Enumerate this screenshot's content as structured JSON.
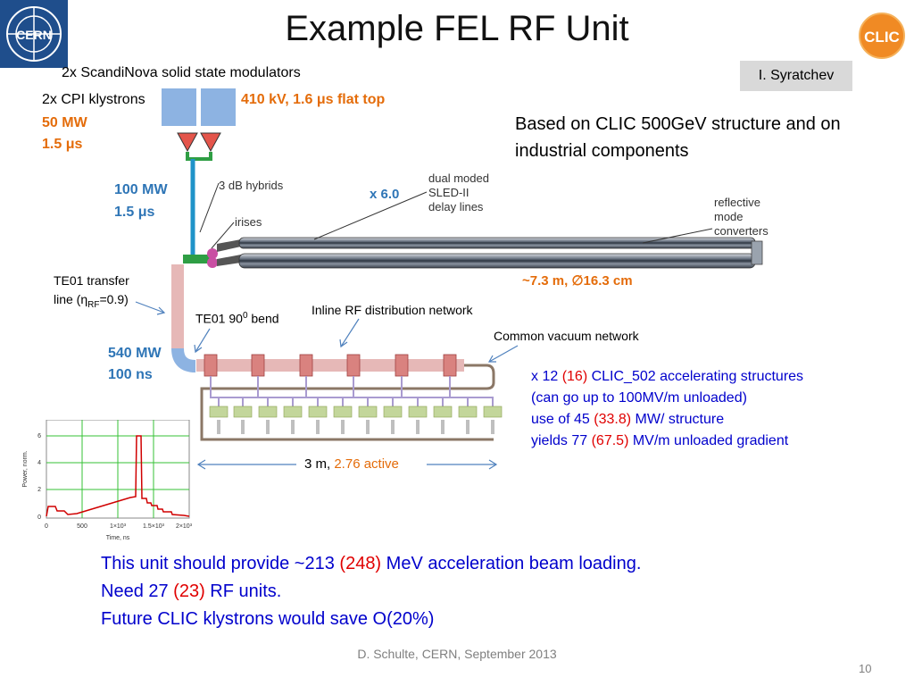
{
  "title": "Example FEL RF Unit",
  "author": "I. Syratchev",
  "logos": {
    "cern": "CERN",
    "clic": "CLIC"
  },
  "modulators": "2x ScandiNova solid state modulators",
  "klystrons": "2x CPI klystrons",
  "pulse_spec": "410 kV, 1.6 μs flat top",
  "klystron_power": "50 MW",
  "klystron_pulse": "1.5 μs",
  "combined_power": "100 MW",
  "combined_pulse": "1.5 μs",
  "hybrids": "3 dB hybrids",
  "irises": "irises",
  "sled": [
    "dual moded",
    "SLED-II",
    "delay lines"
  ],
  "multiplier": "x 6.0",
  "reflective": [
    "reflective",
    "mode",
    "converters"
  ],
  "based_on": [
    "Based on CLIC 500GeV structure and on",
    "industrial components"
  ],
  "sled_size": "~7.3 m, ∅16.3 cm",
  "transfer_line": [
    "TE01 transfer",
    "line (η",
    "RF",
    "=0.9)"
  ],
  "bend": [
    "TE01 90",
    "0",
    " bend"
  ],
  "inline_network": "Inline RF distribution network",
  "vacuum_network": "Common vacuum network",
  "compressed_power": "540 MW",
  "compressed_pulse": "100 ns",
  "structures": {
    "line1_a": "x 12 ",
    "line1_red": "(16)",
    "line1_b": " CLIC_502 accelerating structures",
    "line2": "(can go up to 100MV/m unloaded)",
    "line3_a": "use of 45 ",
    "line3_red": "(33.8)",
    "line3_b": " MW/ structure",
    "line4_a": "yields 77 ",
    "line4_red": "(67.5)",
    "line4_b": " MV/m unloaded gradient"
  },
  "length": {
    "a": "3 m, ",
    "b": "2.76 active"
  },
  "conclusions": {
    "l1_a": "This unit should provide ~213 ",
    "l1_red": "(248)",
    "l1_b": " MeV acceleration beam loading.",
    "l2_a": "Need 27 ",
    "l2_red": "(23)",
    "l2_b": " RF units.",
    "l3": "Future CLIC klystrons would save O(20%)"
  },
  "footer": "D. Schulte, CERN, September 2013",
  "page_number": "10",
  "plot": {
    "ylabel": "Power, norm.",
    "xlabel": "Time, ns",
    "yticks": [
      "0",
      "2",
      "4",
      "6"
    ],
    "xticks": [
      "0",
      "500",
      "1×10³",
      "1.5×10³",
      "2×10³"
    ]
  }
}
